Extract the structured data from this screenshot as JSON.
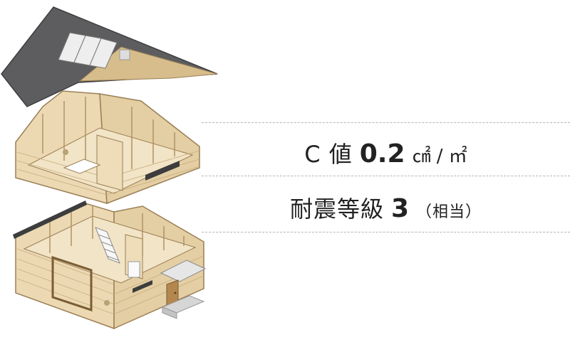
{
  "specs": {
    "airtight": {
      "label": "C 値",
      "value": "0.2",
      "unit": "㎠ / ㎡"
    },
    "seismic": {
      "label": "耐震等級",
      "value": "3",
      "note": "（相当）"
    }
  },
  "colors": {
    "roof": "#5d5d5f",
    "roof_edge": "#3e3e40",
    "wood": "#ecd9b4",
    "wood_dark": "#c9ad7c",
    "frame_line": "#9a7f55",
    "skylight": "#eeeeee",
    "rule": "#b4b4b4",
    "text": "#222222"
  },
  "icons": [
    "roof-icon",
    "skylight-icon",
    "floor-icon",
    "stair-icon",
    "door-icon"
  ]
}
